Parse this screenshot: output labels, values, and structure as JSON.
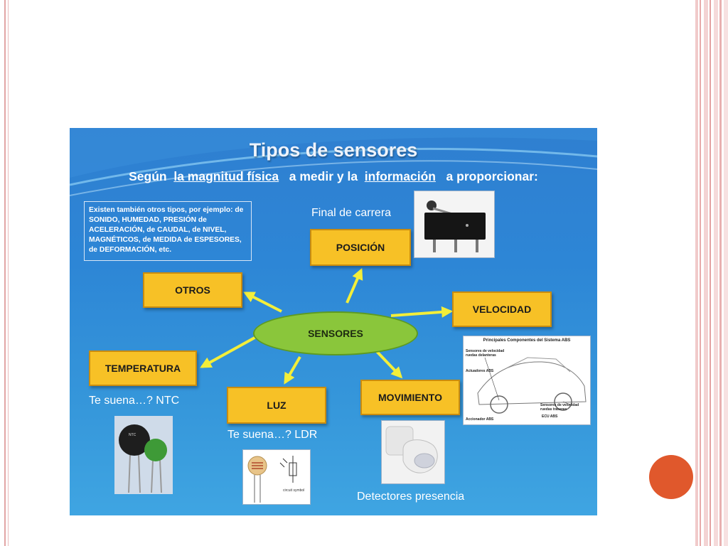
{
  "slide": {
    "title": "Tipos de sensores",
    "subtitle": {
      "part1": "Según",
      "term1": "la magnitud física",
      "part2": "a medir y la",
      "term2": "información",
      "part3": "a proporcionar:"
    },
    "note": "Existen también otros tipos, por ejemplo: de SONIDO, HUMEDAD, PRESIÓN de ACELERACIÓN, de CAUDAL, de NIVEL, MAGNÉTICOS, de MEDIDA de ESPESORES, de DEFORMACIÓN, etc.",
    "center": "SENSORES",
    "nodes": {
      "posicion": "POSICIÓN",
      "otros": "OTROS",
      "velocidad": "VELOCIDAD",
      "temperatura": "TEMPERATURA",
      "luz": "LUZ",
      "movimiento": "MOVIMIENTO"
    },
    "captions": {
      "final_carrera": "Final de carrera",
      "ntc": "Te suena…? NTC",
      "ldr": "Te suena…? LDR",
      "detectores": "Detectores presencia"
    },
    "abs_diagram": {
      "title": "Principales Componentes del Sistema ABS",
      "labels": [
        "Sensores de velocidad ruedas delanteras",
        "Actuadores ABS",
        "Sensores de velocidad ruedas traseras",
        "ECU ABS",
        "Accionador ABS"
      ]
    },
    "image_text": {
      "ntc_label": "NTC",
      "ldr_label": "circuit symbol"
    }
  },
  "colors": {
    "box_fill": "#f7c126",
    "ellipse_fill": "#8ac63b",
    "arrow": "#f3ee3a",
    "accent_dot": "#e0582c"
  }
}
